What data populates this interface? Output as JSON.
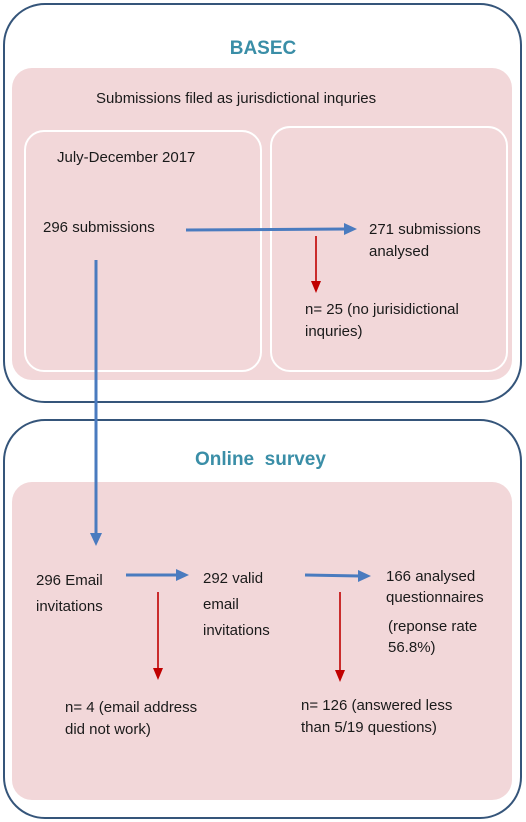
{
  "basec": {
    "title": "BASEC",
    "subtitle": "Submissions filed as jurisdictional inquries",
    "period": "July-December 2017",
    "submissions": "296 submissions",
    "analysed_line1": "271 submissions",
    "analysed_line2": "analysed",
    "excluded_line1": "n= 25 (no jurisidictional",
    "excluded_line2": "inquries)"
  },
  "survey": {
    "title": "Online  survey",
    "invitations_line1": "296 Email",
    "invitations_line2": "invitations",
    "valid_line1": "292 valid",
    "valid_line2": "email",
    "valid_line3": "invitations",
    "analysed_line1": "166 analysed",
    "analysed_line2": "questionnaires",
    "rate_line1": "(reponse rate",
    "rate_line2": "56.8%)",
    "failed_line1": "n= 4 (email address",
    "failed_line2": "did not work)",
    "partial_line1": "n= 126 (answered less",
    "partial_line2": "than 5/19 questions)"
  },
  "colors": {
    "flow_arrow": "#4a7bbf",
    "exclusion_arrow": "#c00000",
    "title": "#3a8ea7",
    "panel": "#f2d7d9",
    "frame": "#35557a"
  }
}
